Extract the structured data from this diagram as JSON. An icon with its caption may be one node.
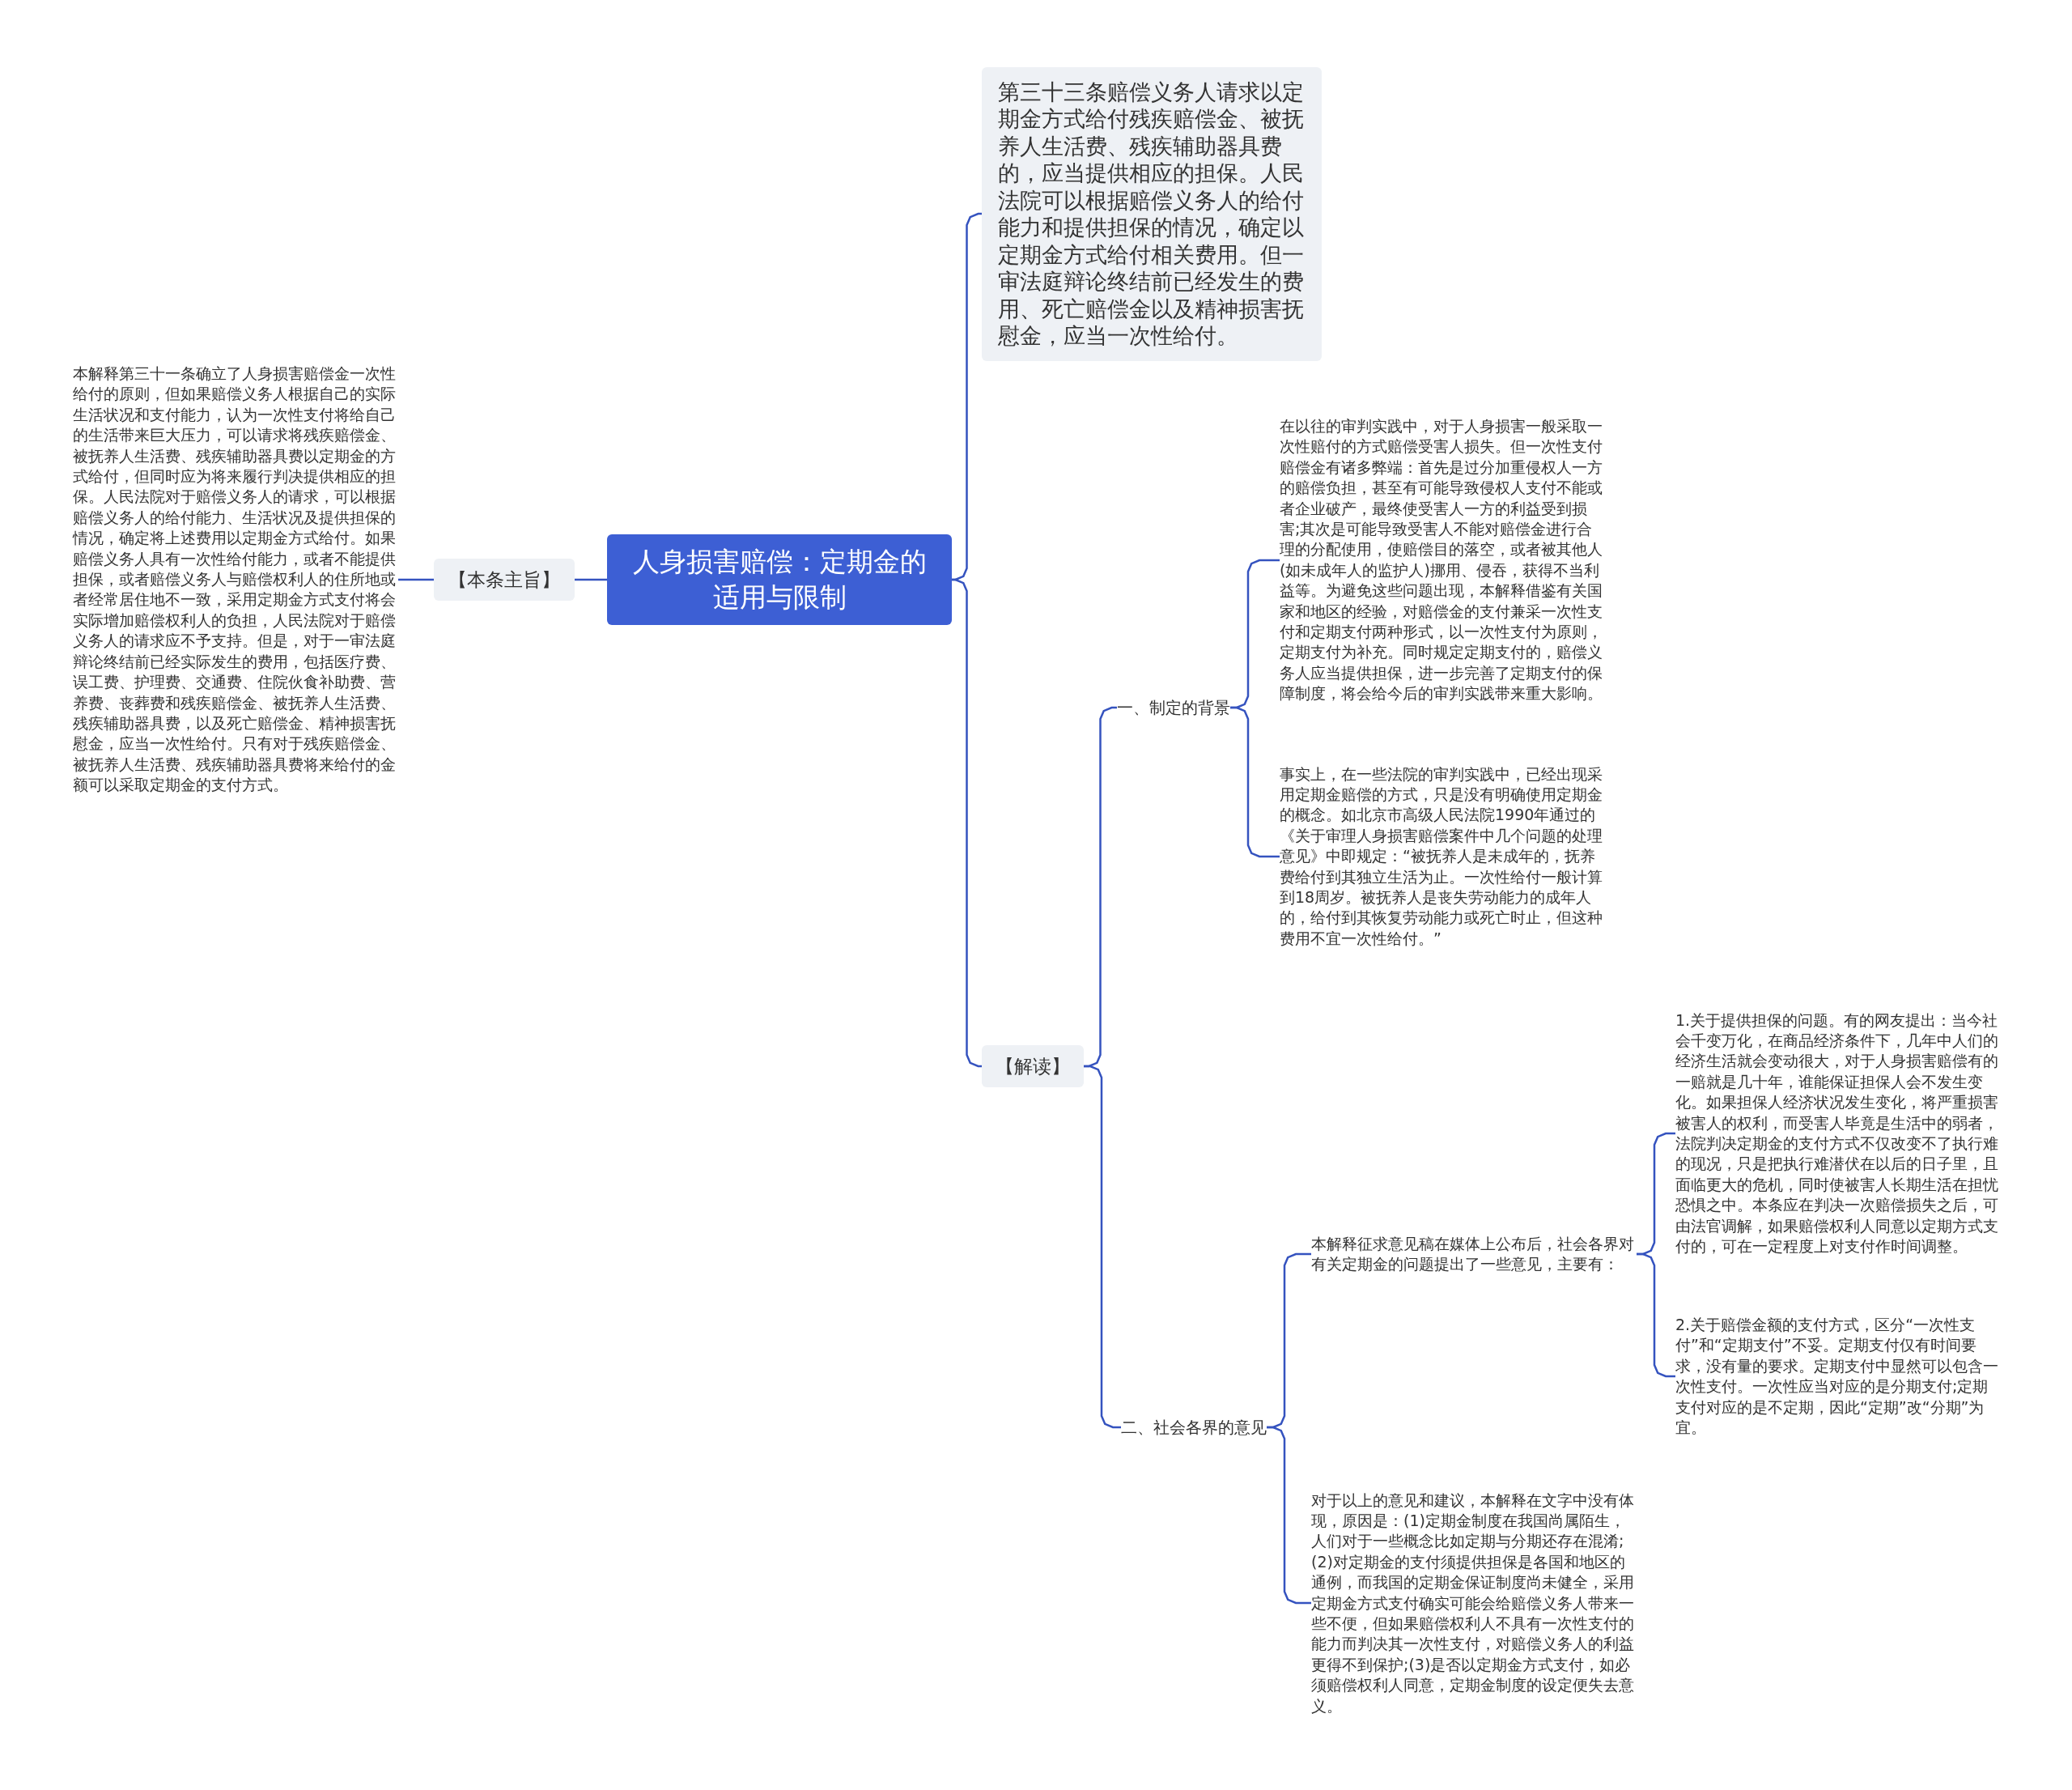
{
  "diagram": {
    "nodes": [
      {
        "text": [
          "人身损害赔偿：定期金的适用与限制"
        ]
      },
      {
        "text": [
          "【本条主旨】"
        ]
      },
      {
        "text": [
          "本解释第三十一条确立了人身损害赔偿金一次性给付的原则，但如果赔偿义务人根据自己的实际生活状况和支付能力，认为一次性支付将给自己的生活带来巨大压力，可以请求将残疾赔偿金、被抚养人生活费、残疾辅助器具费以定期金的方式给付，但同时应为将来履行判决提供相应的担保。人民法院对于赔偿义务人的请求，可以根据赔偿义务人的给付能力、生活状况及提供担保的情况，确定将上述费用以定期金方式给付。如果赔偿义务人具有一次性给付能力，或者不能提供担保，或者赔偿义务人与赔偿权利人的住所地或者经常居住地不一致，采用定期金方式支付将会实际增加赔偿权利人的负担，人民法院对于赔偿义务人的请求应不予支持。但是，对于一审法庭辩论终结前已经实际发生的费用，包括医疗费、误工费、护理费、交通费、住院伙食补助费、营养费、丧葬费和残疾赔偿金、被抚养人生活费、残疾辅助器具费，以及死亡赔偿金、精神损害抚慰金，应当一次性给付。只有对于残疾赔偿金、被抚养人生活费、残疾辅助器具费将来给付的金额可以采取定期金的支付方式。"
        ]
      },
      {
        "text": [
          "第三十三条赔偿义务人请求以定期金方式给付残疾赔偿金、被抚养人生活费、残疾辅助器具费的，应当提供相应的担保。人民法院可以根据赔偿义务人的给付能力和提供担保的情况，确定以定期金方式给付相关费用。但一审法庭辩论终结前已经发生的费用、死亡赔偿金以及精神损害抚慰金，应当一次性给付。"
        ]
      },
      {
        "text": [
          "【解读】"
        ]
      },
      {
        "text": [
          "一、制定的背景"
        ]
      },
      {
        "text": [
          "在以往的审判实践中，对于人身损害一般采取一次性赔付的方式赔偿受害人损失。但一次性支付赔偿金有诸多弊端：首先是过分加重侵权人一方的赔偿负担，甚至有可能导致侵权人支付不能或者企业破产，最终使受害人一方的利益受到损害;其次是可能导致受害人不能对赔偿金进行合理的分配使用，使赔偿目的落空，或者被其他人(如未成年人的监护人)挪用、侵吞，获得不当利益等。为避免这些问题出现，本解释借鉴有关国家和地区的经验，对赔偿金的支付兼采一次性支付和定期支付两种形式，以一次性支付为原则，定期支付为补充。同时规定定期支付的，赔偿义务人应当提供担保，进一步完善了定期支付的保障制度，将会给今后的审判实践带来重大影响。"
        ]
      },
      {
        "text": [
          "事实上，在一些法院的审判实践中，已经出现采用定期金赔偿的方式，只是没有明确使用定期金的概念。如北京市高级人民法院1990年通过的《关于审理人身损害赔偿案件中几个问题的处理意见》中即规定：“被抚养人是未成年的，抚养费给付到其独立生活为止。一次性给付一般计算到18周岁。被抚养人是丧失劳动能力的成年人的，给付到其恢复劳动能力或死亡时止，但这种费用不宜一次性给付。”"
        ]
      },
      {
        "text": [
          "二、社会各界的意见"
        ]
      },
      {
        "text": [
          "本解释征求意见稿在媒体上公布后，社会各界对有关定期金的问题提出了一些意见，主要有："
        ]
      },
      {
        "text": [
          "1.关于提供担保的问题。有的网友提出：当今社会千变万化，在商品经济条件下，几年中人们的经济生活就会变动很大，对于人身损害赔偿有的一赔就是几十年，谁能保证担保人会不发生变化。如果担保人经济状况发生变化，将严重损害被害人的权利，而受害人毕竟是生活中的弱者，法院判决定期金的支付方式不仅改变不了执行难的现况，只是把执行难潜伏在以后的日子里，且面临更大的危机，同时使被害人长期生活在担忧恐惧之中。本条应在判决一次赔偿损失之后，可由法官调解，如果赔偿权利人同意以定期方式支付的，可在一定程度上对支付作时间调整。"
        ]
      },
      {
        "text": [
          "2.关于赔偿金额的支付方式，区分“一次性支付”和“定期支付”不妥。定期支付仅有时间要求，没有量的要求。定期支付中显然可以包含一次性支付。一次性应当对应的是分期支付;定期支付对应的是不定期，因此“定期”改“分期”为宜。"
        ]
      },
      {
        "text": [
          "对于以上的意见和建议，本解释在文字中没有体现，原因是：(1)定期金制度在我国尚属陌生，人们对于一些概念比如定期与分期还存在混淆;(2)对定期金的支付须提供担保是各国和地区的通例，而我国的定期金保证制度尚未健全，采用定期金方式支付确实可能会给赔偿义务人带来一些不便，但如果赔偿权利人不具有一次性支付的能力而判决其一次性支付，对赔偿义务人的利益更得不到保护;(3)是否以定期金方式支付，如必须赔偿权利人同意，定期金制度的设定便失去意义。"
        ]
      }
    ],
    "edges": [
      {
        "from": 0,
        "to": 1,
        "arrow": "none"
      },
      {
        "from": 1,
        "to": 2,
        "arrow": "none"
      },
      {
        "from": 0,
        "to": 3,
        "arrow": "none"
      },
      {
        "from": 0,
        "to": 4,
        "arrow": "none"
      },
      {
        "from": 4,
        "to": 5,
        "arrow": "none"
      },
      {
        "from": 5,
        "to": 6,
        "arrow": "none"
      },
      {
        "from": 5,
        "to": 7,
        "arrow": "none"
      },
      {
        "from": 4,
        "to": 8,
        "arrow": "none"
      },
      {
        "from": 8,
        "to": 9,
        "arrow": "none"
      },
      {
        "from": 9,
        "to": 10,
        "arrow": "none"
      },
      {
        "from": 9,
        "to": 11,
        "arrow": "none"
      },
      {
        "from": 8,
        "to": 12,
        "arrow": "none"
      }
    ]
  }
}
